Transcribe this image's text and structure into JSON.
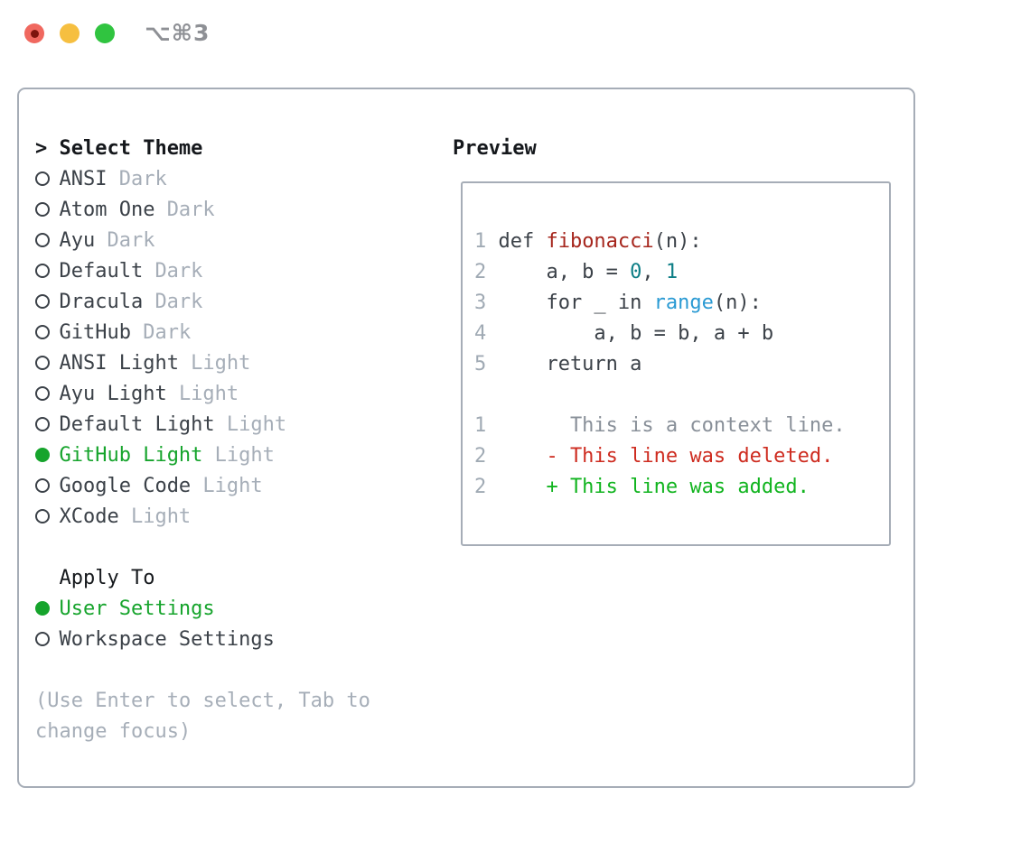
{
  "window": {
    "title": "⌥⌘3"
  },
  "theme_picker": {
    "header_prefix": ">",
    "header_label": "Select Theme",
    "themes": [
      {
        "name": "ANSI",
        "tag": "Dark",
        "selected": false
      },
      {
        "name": "Atom One",
        "tag": "Dark",
        "selected": false
      },
      {
        "name": "Ayu",
        "tag": "Dark",
        "selected": false
      },
      {
        "name": "Default",
        "tag": "Dark",
        "selected": false
      },
      {
        "name": "Dracula",
        "tag": "Dark",
        "selected": false
      },
      {
        "name": "GitHub",
        "tag": "Dark",
        "selected": false
      },
      {
        "name": "ANSI Light",
        "tag": "Light",
        "selected": false
      },
      {
        "name": "Ayu Light",
        "tag": "Light",
        "selected": false
      },
      {
        "name": "Default Light",
        "tag": "Light",
        "selected": false
      },
      {
        "name": "GitHub Light",
        "tag": "Light",
        "selected": true
      },
      {
        "name": "Google Code",
        "tag": "Light",
        "selected": false
      },
      {
        "name": "XCode",
        "tag": "Light",
        "selected": false
      }
    ],
    "apply_to_label": "Apply To",
    "apply_options": [
      {
        "name": "User Settings",
        "selected": true
      },
      {
        "name": "Workspace Settings",
        "selected": false
      }
    ],
    "hint_lines": [
      "(Use Enter to select, Tab to",
      "change focus)"
    ]
  },
  "preview": {
    "label": "Preview",
    "lines": [
      {
        "num": "1",
        "segments": [
          {
            "text": "def ",
            "color": "code_default"
          },
          {
            "text": "fibonacci",
            "color": "code_function"
          },
          {
            "text": "(n):",
            "color": "code_default"
          }
        ]
      },
      {
        "num": "2",
        "segments": [
          {
            "text": "    a, b = ",
            "color": "code_default"
          },
          {
            "text": "0",
            "color": "code_number"
          },
          {
            "text": ", ",
            "color": "code_default"
          },
          {
            "text": "1",
            "color": "code_number"
          }
        ]
      },
      {
        "num": "3",
        "segments": [
          {
            "text": "    for _ in ",
            "color": "code_default"
          },
          {
            "text": "range",
            "color": "code_builtin"
          },
          {
            "text": "(n):",
            "color": "code_default"
          }
        ]
      },
      {
        "num": "4",
        "segments": [
          {
            "text": "        a, b = b, a + b",
            "color": "code_default"
          }
        ]
      },
      {
        "num": "5",
        "segments": [
          {
            "text": "    return a",
            "color": "code_default"
          }
        ]
      },
      {
        "num": "",
        "segments": []
      },
      {
        "num": "1",
        "segments": [
          {
            "text": "      This is a context line.",
            "color": "diff_context"
          }
        ]
      },
      {
        "num": "2",
        "segments": [
          {
            "text": "    - This line was deleted.",
            "color": "diff_deleted"
          }
        ]
      },
      {
        "num": "2",
        "segments": [
          {
            "text": "    + This line was added.",
            "color": "diff_added"
          }
        ]
      }
    ]
  },
  "colors": {
    "accent_green": "#16a42c",
    "item_text": "#3b4148",
    "muted": "#a6aeb8",
    "heading_text": "#15181c",
    "border": "#a6adb7",
    "line_number": "#a0aab4",
    "code_default": "#3b4148",
    "code_function": "#a6261d",
    "code_number": "#0d7e86",
    "code_builtin": "#2a9ad3",
    "diff_context": "#899099",
    "diff_deleted": "#ce2c20",
    "diff_added": "#11b41f",
    "title_gray": "#8e9095",
    "light_red": "#f0685f",
    "light_red_dot": "#7d140d",
    "light_yellow": "#f6bf40",
    "light_green": "#30c440"
  }
}
